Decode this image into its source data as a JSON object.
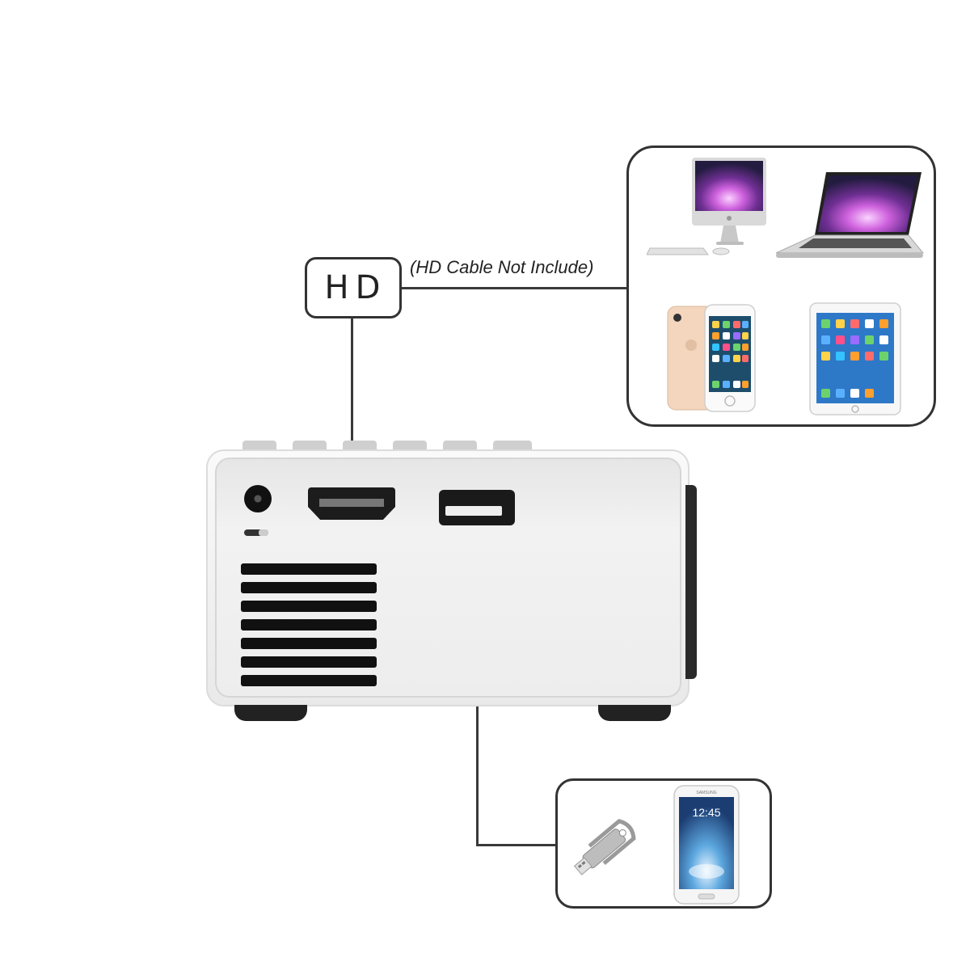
{
  "labels": {
    "hd": "HD",
    "cable_note": "(HD Cable Not Include)"
  },
  "devices": {
    "hd_sources": [
      {
        "name": "imac-icon"
      },
      {
        "name": "laptop-icon"
      },
      {
        "name": "iphone-icon"
      },
      {
        "name": "ipad-icon"
      }
    ],
    "usb_sources": [
      {
        "name": "usb-flash-drive-icon"
      },
      {
        "name": "samsung-phone-icon"
      }
    ],
    "phone_time": "12:45",
    "phone_brand": "SAMSUNG"
  },
  "colors": {
    "line": "#3a3a3a",
    "border": "#333333",
    "projector_body": "#eeeeee",
    "ports": "#1c1c1c"
  }
}
